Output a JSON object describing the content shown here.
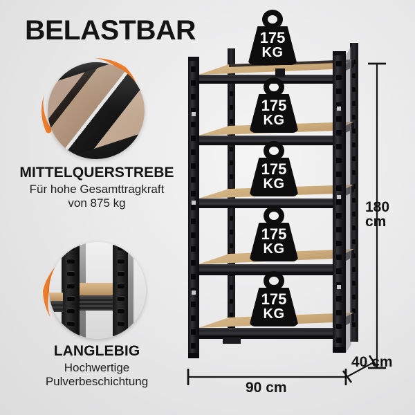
{
  "headline": "BELASTBAR",
  "background_color": "#ebebec",
  "accent_color": "#ed7d2b",
  "features": [
    {
      "id": "mittelquerstrebe",
      "title": "MITTELQUERSTREBE",
      "subtitle_line1": "Für hohe Gesamttragkraft",
      "subtitle_line2": "von 875 kg",
      "photo_alt": "center-brace-closeup"
    },
    {
      "id": "langlebig",
      "title": "LANGLEBIG",
      "subtitle_line1": "Hochwertige",
      "subtitle_line2": "Pulverbeschichtung",
      "photo_alt": "powder-coated-upright-closeup"
    }
  ],
  "product": {
    "shelf_count": 5,
    "frame_color": "#1c1c1e",
    "board_color": "#c9a97a"
  },
  "weight_badges": [
    {
      "value": "175",
      "unit": "KG"
    },
    {
      "value": "175",
      "unit": "KG"
    },
    {
      "value": "175",
      "unit": "KG"
    },
    {
      "value": "175",
      "unit": "KG"
    },
    {
      "value": "175",
      "unit": "KG"
    }
  ],
  "dimensions": {
    "height_value": "180",
    "height_unit": "cm",
    "width": "90 cm",
    "depth": "40 cm"
  }
}
